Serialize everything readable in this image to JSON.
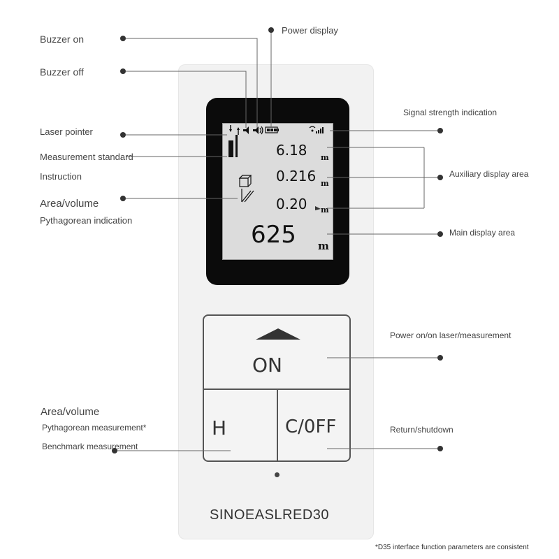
{
  "left_labels": {
    "buzzer_on": "Buzzer on",
    "buzzer_off": "Buzzer off",
    "laser_pointer": "Laser pointer",
    "measurement_standard": "Measurement standard",
    "instruction": "Instruction",
    "area_volume_top": "Area/volume",
    "pythagorean_indication": "Pythagorean indication",
    "area_volume_bottom": "Area/volume",
    "pythagorean_measurement": "Pythagorean measurement*",
    "benchmark_measurement": "Benchmark measurement"
  },
  "right_labels": {
    "power_display": "Power display",
    "signal_strength": "Signal strength indication",
    "auxiliary_display": "Auxiliary display area",
    "main_display": "Main display area",
    "power_on": "Power on/on laser/measurement",
    "return_shutdown": "Return/shutdown"
  },
  "lcd": {
    "aux1": "6.18",
    "aux2": "0.216",
    "aux3": "0.20",
    "main": "625",
    "unit": "m"
  },
  "keys": {
    "on": "ON",
    "h": "H",
    "coff": "C/0FF"
  },
  "brand": "SINOEASLRED30",
  "footnote": "*D35 interface function parameters are consistent"
}
